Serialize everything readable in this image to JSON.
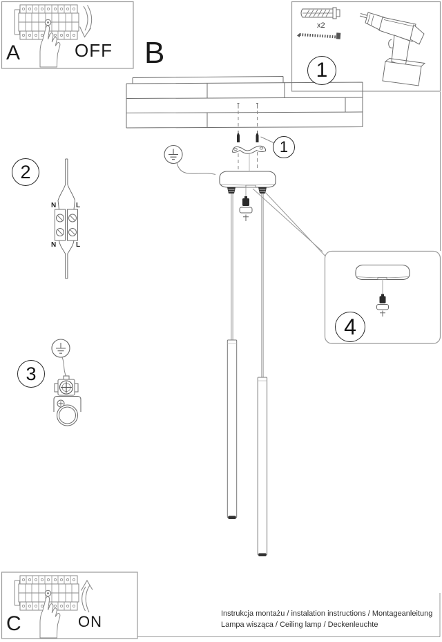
{
  "labels": {
    "section_b": "B"
  },
  "boxes": {
    "a": {
      "label": "A",
      "state": "OFF"
    },
    "c": {
      "label": "C",
      "state": "ON"
    }
  },
  "steps": {
    "tools": "1",
    "mounting": "1",
    "wiring": "2",
    "grounding": "3",
    "canopy": "4"
  },
  "tools": {
    "dowel_count": "x2"
  },
  "wiring": {
    "n_top": "N",
    "l_top": "L",
    "n_bottom": "N",
    "l_bottom": "L"
  },
  "footer": {
    "line1": "Instrukcja montażu / instalation instructions / Montageanleitung",
    "line2": "Lampa wisząca / Ceiling lamp / Deckenleuchte"
  },
  "colors": {
    "ink": "#1a1a1a",
    "line": "#6e6e6e",
    "frame": "#9a9a9a"
  }
}
